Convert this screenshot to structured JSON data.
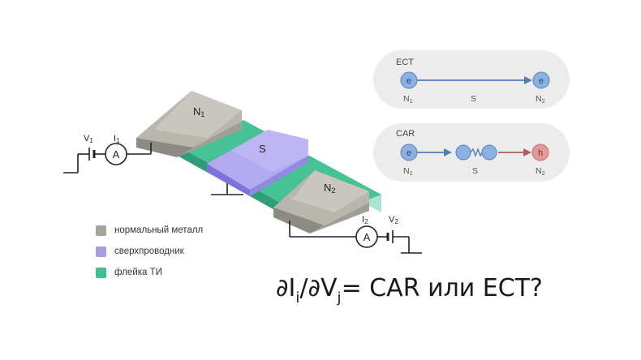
{
  "device": {
    "n1_label": "N",
    "n1_sub": "1",
    "s_label": "S",
    "n2_label": "N",
    "n2_sub": "2",
    "left_circuit": {
      "v_label": "V",
      "v_sub": "1",
      "i_label": "I",
      "i_sub": "1",
      "ammeter": "A"
    },
    "right_circuit": {
      "v_label": "V",
      "v_sub": "2",
      "i_label": "I",
      "i_sub": "2",
      "ammeter": "A"
    }
  },
  "legend": {
    "items": [
      {
        "label": "нормальный металл",
        "color": "#a6a39b"
      },
      {
        "label": "сверхпроводник",
        "color": "#a79ee6"
      },
      {
        "label": "флейка ТИ",
        "color": "#3fbf93"
      }
    ]
  },
  "panels": {
    "ect": {
      "title": "ECT",
      "left_particle": "e",
      "right_particle": "e",
      "left_label": "N",
      "left_sub": "1",
      "middle_label": "S",
      "right_label": "N",
      "right_sub": "2"
    },
    "car": {
      "title": "CAR",
      "left_particle": "e",
      "right_particle": "h",
      "left_label": "N",
      "left_sub": "1",
      "middle_label": "S",
      "right_label": "N",
      "right_sub": "2"
    }
  },
  "formula": {
    "part1": "∂I",
    "sub1": "i",
    "part2": "/∂V",
    "sub2": "j",
    "part3": "= CAR или ECT?"
  },
  "colors": {
    "metal_top": "#b9b6ae",
    "metal_side": "#8d8a84",
    "super_top": "#b2a9f0",
    "super_side": "#7f73db",
    "ti_top": "#47c297",
    "ti_light": "#a8e5cc",
    "panel_bg": "#ececec",
    "electron": "#8ab1e0",
    "hole": "#e59a9a",
    "arrow_blue": "#4f7fb5",
    "arrow_red": "#b85b5b"
  }
}
